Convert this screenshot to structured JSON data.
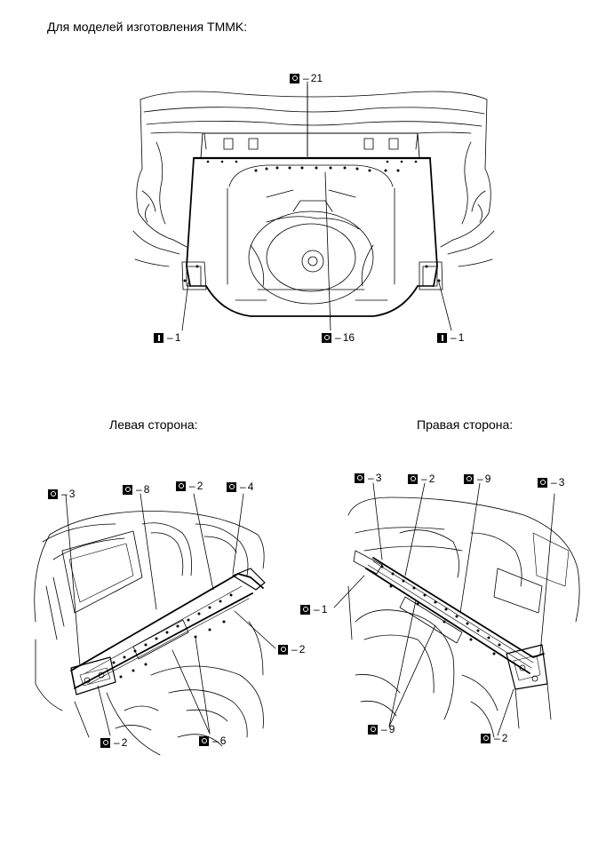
{
  "header": {
    "title": "Для моделей изготовления TMMK:"
  },
  "top_diagram": {
    "callouts": [
      {
        "symbol": "bolt",
        "number": "21"
      },
      {
        "symbol": "nut",
        "number": "1"
      },
      {
        "symbol": "bolt",
        "number": "16"
      },
      {
        "symbol": "nut",
        "number": "1"
      }
    ]
  },
  "left_side": {
    "title": "Левая сторона:",
    "callouts": [
      {
        "symbol": "bolt",
        "number": "3"
      },
      {
        "symbol": "bolt",
        "number": "8"
      },
      {
        "symbol": "bolt",
        "number": "2"
      },
      {
        "symbol": "bolt",
        "number": "4"
      },
      {
        "symbol": "bolt",
        "number": "2"
      },
      {
        "symbol": "bolt",
        "number": "2"
      },
      {
        "symbol": "bolt",
        "number": "6"
      }
    ]
  },
  "right_side": {
    "title": "Правая сторона:",
    "callouts": [
      {
        "symbol": "bolt",
        "number": "3"
      },
      {
        "symbol": "bolt",
        "number": "2"
      },
      {
        "symbol": "bolt",
        "number": "9"
      },
      {
        "symbol": "bolt",
        "number": "3"
      },
      {
        "symbol": "bolt",
        "number": "1"
      },
      {
        "symbol": "bolt",
        "number": "9"
      },
      {
        "symbol": "bolt",
        "number": "2"
      }
    ]
  },
  "dash": "–"
}
